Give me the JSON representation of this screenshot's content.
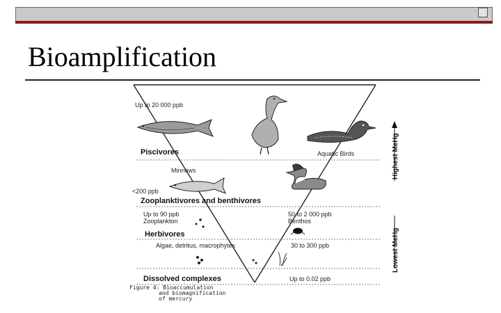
{
  "slide": {
    "title": "Bioamplification"
  },
  "figure": {
    "labels": {
      "top_conc": "Up to 20 000 ppb",
      "piscivores": "Piscivores",
      "aquatic_birds": "Aquatic Birds",
      "minnows": "Minnows",
      "minnow_conc": "<200 ppb",
      "zoo_benthi": "Zooplanktivores and benthivores",
      "zooplankton_conc": "Up to 90 ppb",
      "zooplankton": "Zooplankton",
      "benthos_conc": "50 to 2 000 ppb",
      "benthos": "Benthos",
      "herbivores": "Herbivores",
      "algae": "Algae, detritus, macrophytes",
      "algae_conc": "30 to 300 ppb",
      "dissolved": "Dissolved complexes",
      "dissolved_conc": "Up to 0.02 ppb",
      "highest": "Highest MeHg",
      "lowest": "Lowest MeHg"
    },
    "caption": {
      "line1": "Figure 4: Bioaccumulation",
      "line2": "and biomagnification",
      "line3": "of mercury"
    }
  }
}
